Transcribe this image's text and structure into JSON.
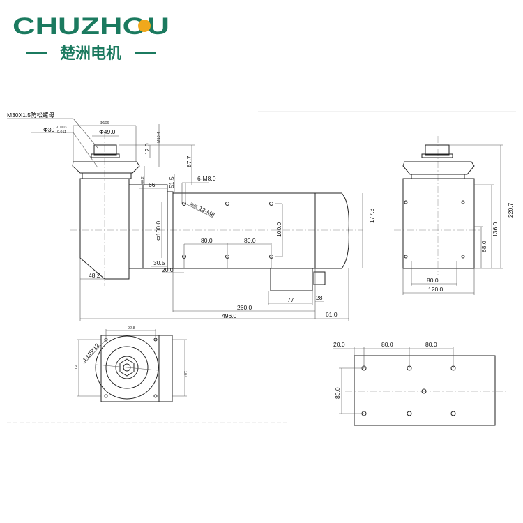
{
  "brand": {
    "logo_text": "CHUZHOU",
    "subtitle": "楚洲电机",
    "colors": {
      "green": "#1b7a5f",
      "orange": "#f0a81c"
    }
  },
  "labels": {
    "nut": "M30X1.5防松螺母",
    "shaft_dia": "Φ30",
    "shaft_tol_upper": "-0.003",
    "shaft_tol_lower": "-0.011",
    "pulley_dia": "Φ106",
    "nut_dia": "Φ49.0",
    "top_note": "M10-4",
    "d_12": "12.0",
    "d_87_7": "87.7",
    "d_60_2": "60.2",
    "d_66": "66",
    "d_51_5": "51.5",
    "d_6m8": "6-M8.0",
    "d_12m8_prefix": "两侧",
    "d_12m8": "12-M8",
    "d_100_dia": "Φ100.0",
    "d_100": "100.0",
    "d_80a": "80.0",
    "d_80b": "80.0",
    "d_30_5": "30.5",
    "d_20": "20.0",
    "d_48_2": "48.2",
    "d_77": "77",
    "d_28": "28",
    "d_260": "260.0",
    "d_496": "496.0",
    "d_61": "61.0",
    "d_177_3": "177.3",
    "r_220_7": "220.7",
    "r_136": "136.0",
    "r_68": "68.0",
    "r_80": "80.0",
    "r_120": "120.0",
    "f_92_8": "92.8",
    "f_104_left": "104",
    "f_104_right": "104",
    "f_4m8": "4-M8*12",
    "b_20": "20.0",
    "b_80a": "80.0",
    "b_80b": "80.0",
    "b_80v": "80.0"
  }
}
